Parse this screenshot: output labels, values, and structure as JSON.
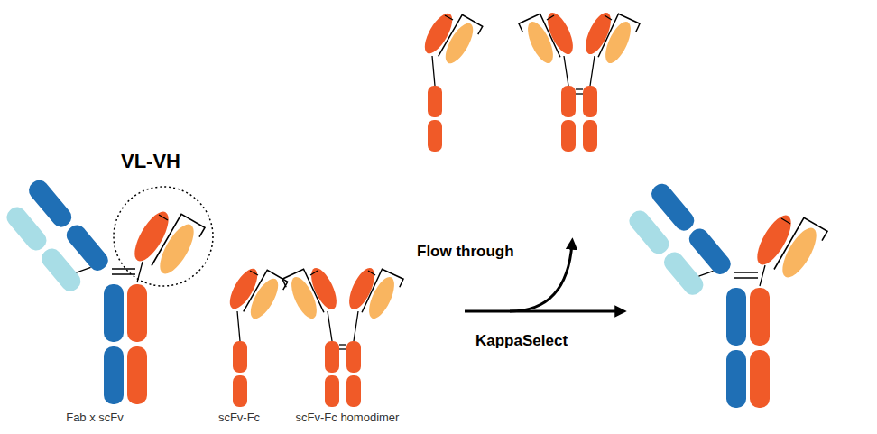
{
  "diagram": {
    "labels": [
      "VL-VH",
      "Fab x scFv",
      "scFv-Fc",
      "scFv-Fc homodimer",
      "Flow through",
      "KappaSelect"
    ]
  }
}
